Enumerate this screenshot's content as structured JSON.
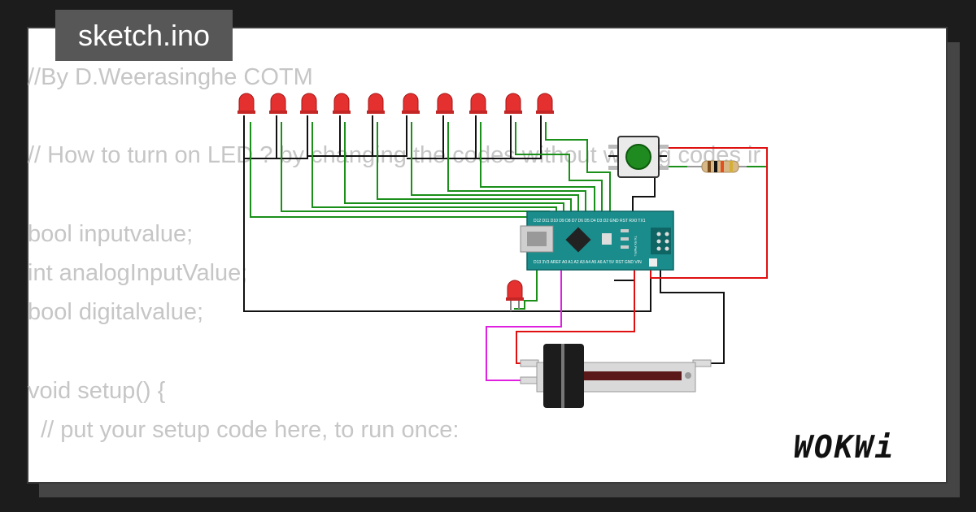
{
  "header": {
    "file_name": "sketch.ino"
  },
  "code": {
    "lines": [
      "//By D.Weerasinghe COTM",
      "",
      "// How to turn on LED ? by changing the codes without writing codes ir",
      "",
      "bool inputvalue;",
      "int analogInputValue;",
      "bool digitalvalue;",
      "",
      "void setup() {",
      "  // put your setup code here, to run once:"
    ]
  },
  "brand": {
    "logo_text": "WOKWi"
  },
  "board": {
    "top_pin_labels": "D12 D11 D10 D9 D8 D7 D6 D5 D4 D3 D2 GND RST RX0 TX1",
    "bottom_pin_labels": "D13 3V3 AREF A0 A1 A2 A3 A4 A5 A6 A7 5V RST GND VIN",
    "led_labels": "TX RX PWR L"
  },
  "colors": {
    "wire_green": "#1a8f1a",
    "wire_red": "#e01010",
    "wire_black": "#111111",
    "wire_magenta": "#e020e0",
    "board_teal": "#1a8c8c",
    "led_red": "#e53030",
    "button_green": "#1f8a1f"
  }
}
